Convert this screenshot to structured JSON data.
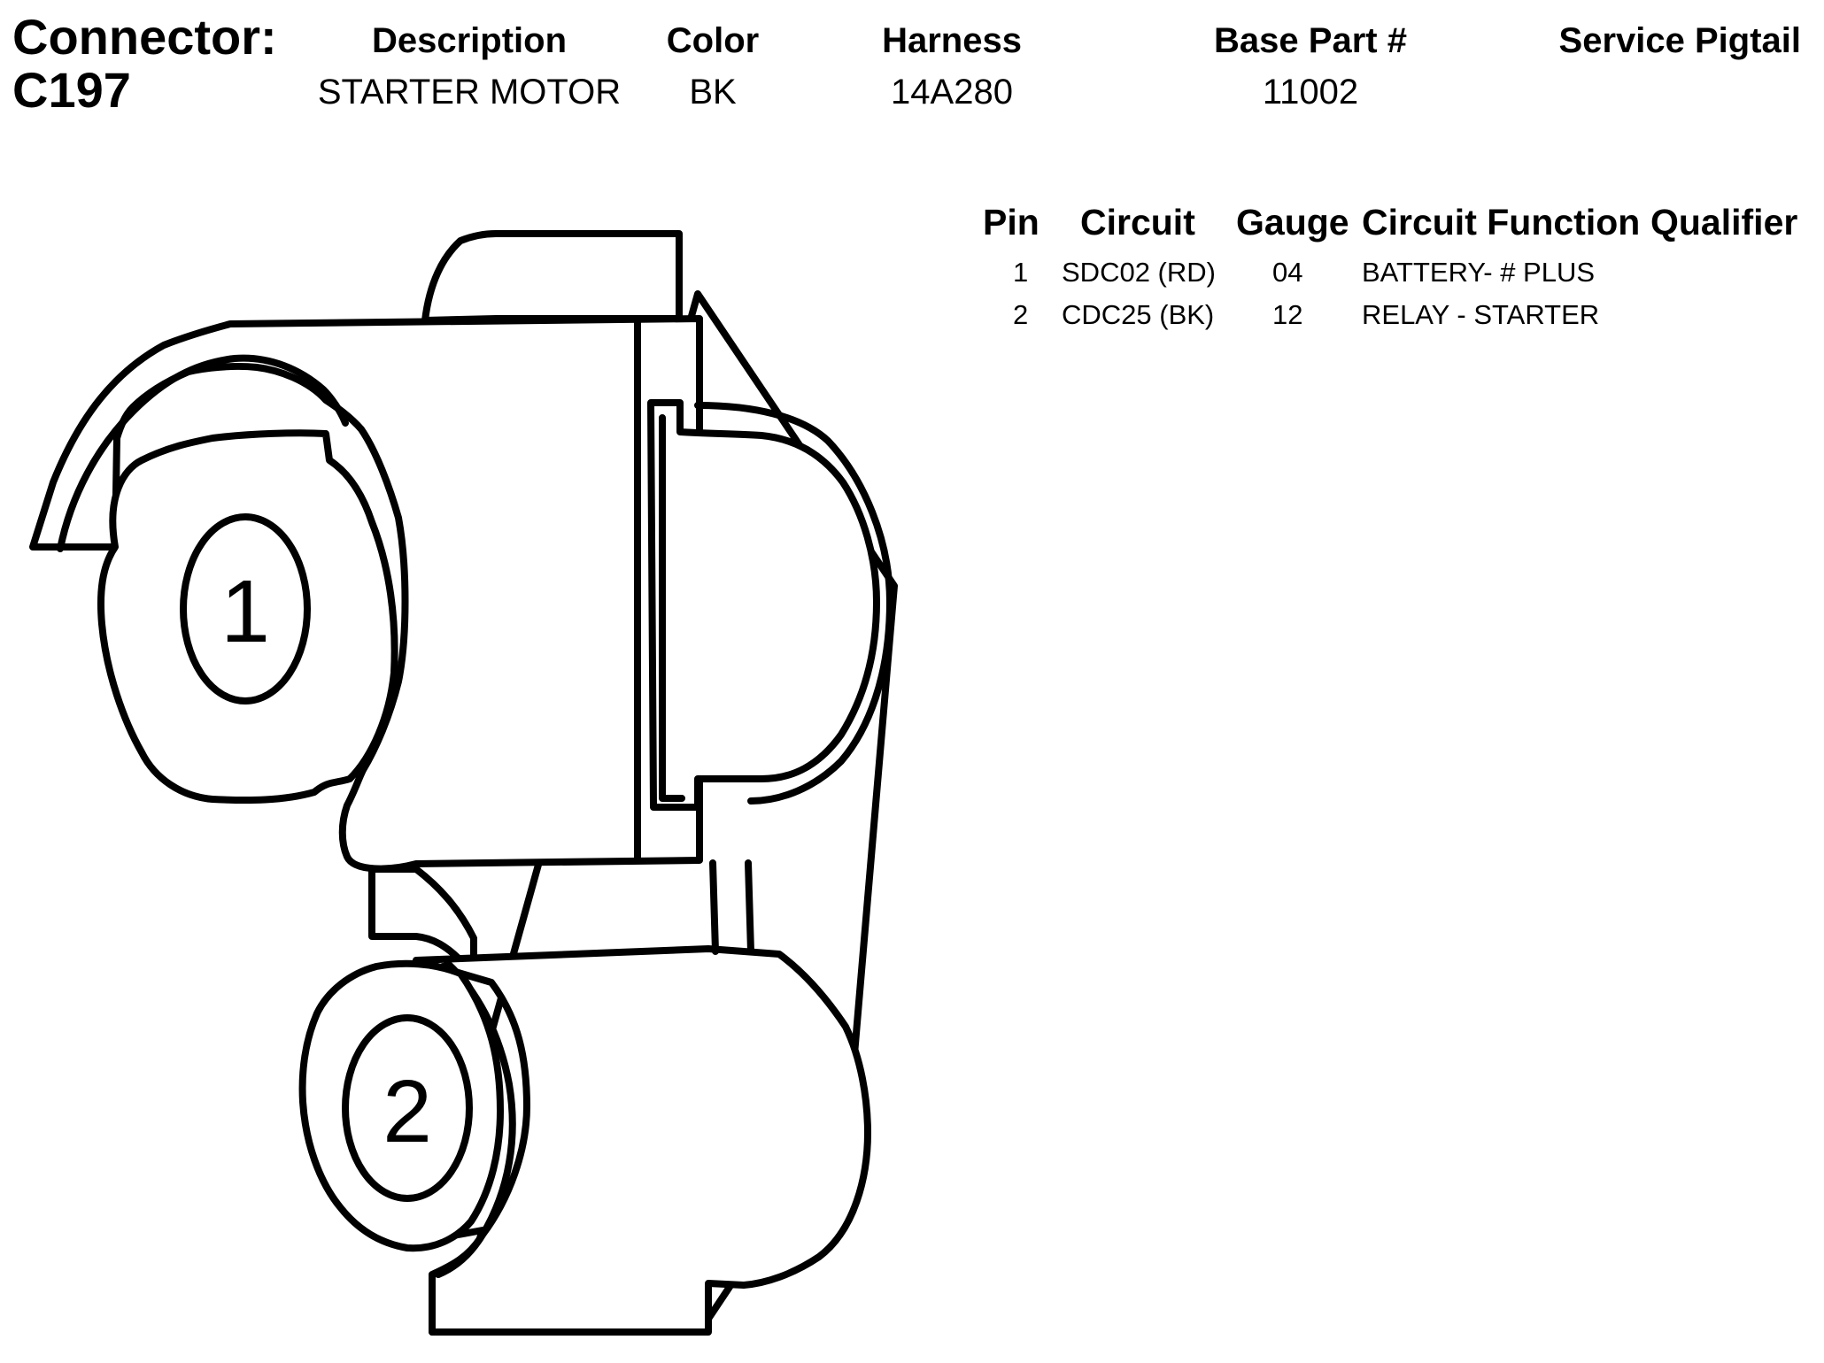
{
  "connector": {
    "label": "Connector:",
    "id": "C197"
  },
  "header": {
    "description_label": "Description",
    "description": "STARTER MOTOR",
    "color_label": "Color",
    "color": "BK",
    "harness_label": "Harness",
    "harness": "14A280",
    "base_part_label": "Base Part #",
    "base_part": "11002",
    "service_pigtail_label": "Service Pigtail",
    "service_pigtail": ""
  },
  "pin_table": {
    "columns": [
      "Pin",
      "Circuit",
      "Gauge",
      "Circuit Function",
      "Qualifier"
    ],
    "rows": [
      {
        "pin": "1",
        "circuit": "SDC02 (RD)",
        "gauge": "04",
        "function": "BATTERY- # PLUS",
        "qualifier": ""
      },
      {
        "pin": "2",
        "circuit": "CDC25 (BK)",
        "gauge": "12",
        "function": "RELAY - STARTER",
        "qualifier": ""
      }
    ]
  },
  "diagram": {
    "pin_labels": [
      "1",
      "2"
    ],
    "line_color": "#000000",
    "fill_color": "#ffffff"
  }
}
